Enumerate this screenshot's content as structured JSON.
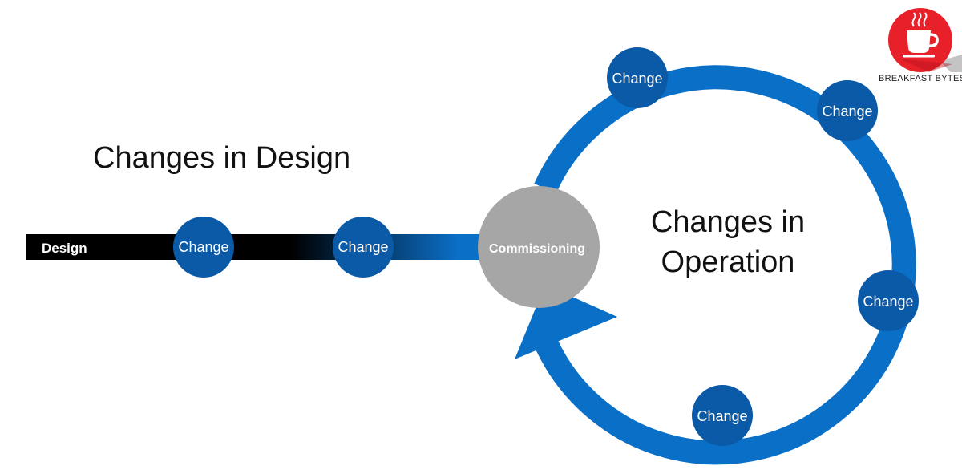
{
  "design_section": {
    "title": "Changes in Design",
    "bar_label": "Design",
    "change_labels": [
      "Change",
      "Change"
    ]
  },
  "commissioning": {
    "label": "Commissioning"
  },
  "operation_section": {
    "title_line1": "Changes in",
    "title_line2": "Operation",
    "change_labels": [
      "Change",
      "Change",
      "Change",
      "Change"
    ]
  },
  "logo": {
    "caption": "BREAKFAST BYTES",
    "icon": "coffee-cup-icon"
  },
  "colors": {
    "loop_blue": "#0a6fc7",
    "node_blue": "#0b5aa8",
    "bar_black": "#000000",
    "commissioning_gray": "#a6a6a6",
    "logo_red": "#e8202a"
  }
}
